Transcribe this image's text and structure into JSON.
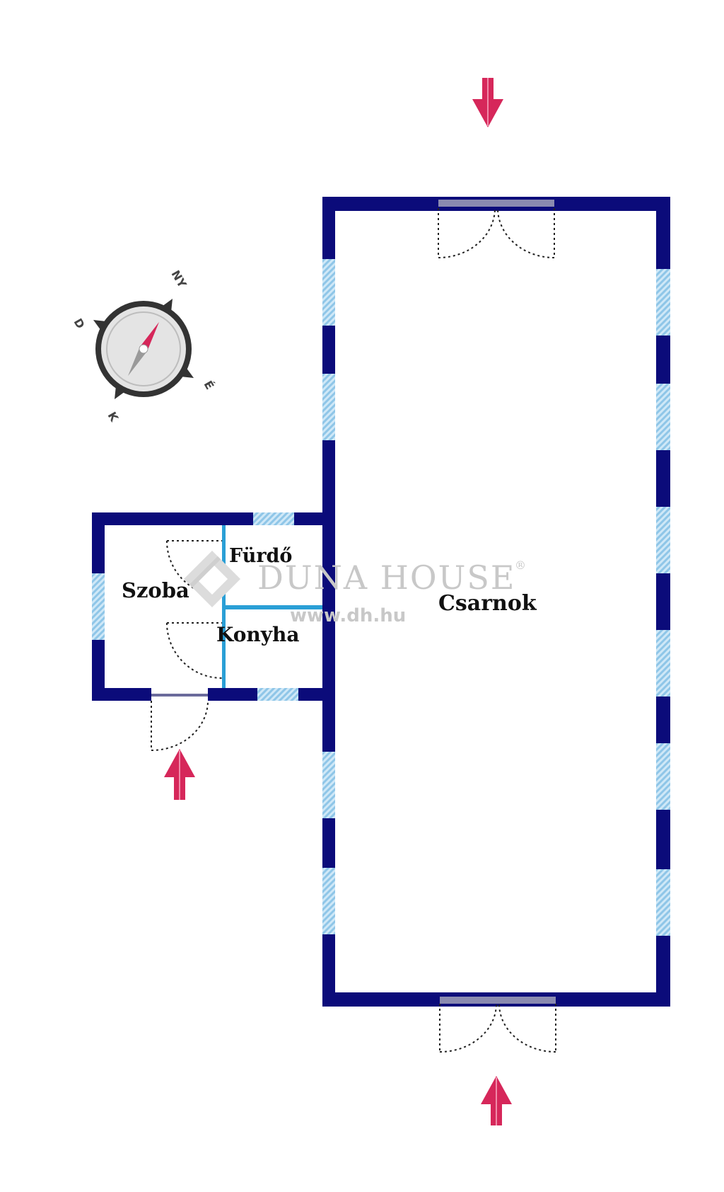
{
  "rooms": {
    "hall": "Csarnok",
    "room": "Szoba",
    "bath": "Fürdő",
    "kitchen": "Konyha"
  },
  "watermark": {
    "brand": "DUNA HOUSE",
    "registered": "®",
    "url": "www.dh.hu"
  },
  "compass": {
    "north": "É",
    "south": "D",
    "east": "K",
    "west": "NY"
  },
  "colors": {
    "wall": "#0b0b7a",
    "window": "#a9d3ee",
    "inner_wall": "#2a9fd6",
    "arrow": "#d6275a",
    "door_frame": "#6b6b9b"
  }
}
